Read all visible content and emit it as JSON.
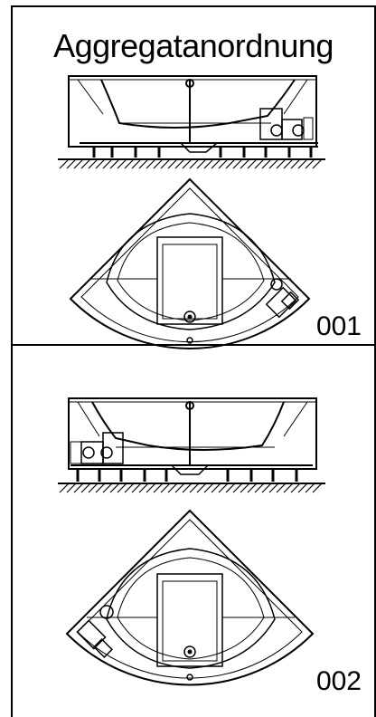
{
  "title": "Aggregatanordnung",
  "variants": [
    {
      "code": "001",
      "aggregate_side": "right"
    },
    {
      "code": "002",
      "aggregate_side": "left"
    }
  ]
}
